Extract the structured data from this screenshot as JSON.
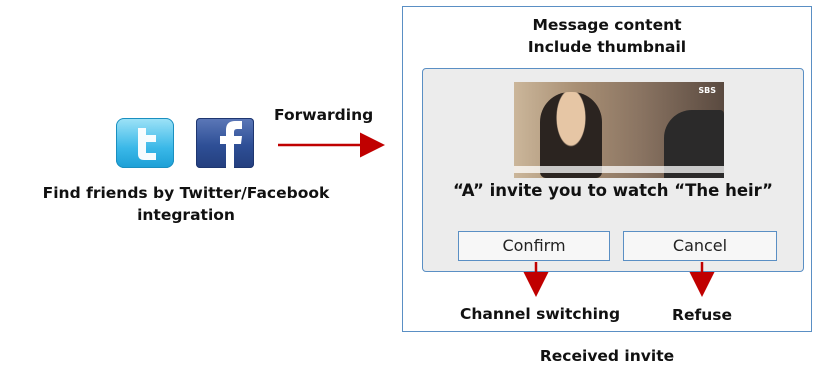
{
  "forward_label": "Forwarding",
  "find_friends_text": "Find friends by Twitter/Facebook integration",
  "panel": {
    "header_line1": "Message content",
    "header_line2": "Include thumbnail",
    "thumbnail_channel": "SBS",
    "invite_text": "“A” invite you to watch “The heir”",
    "confirm_label": "Confirm",
    "cancel_label": "Cancel",
    "caption": "Received invite"
  },
  "outcomes": {
    "confirm": "Channel switching",
    "cancel": "Refuse"
  },
  "colors": {
    "arrow": "#c00000",
    "border": "#5a8fc4",
    "dialog_bg": "#ececec"
  },
  "icons": [
    "twitter-icon",
    "facebook-icon"
  ]
}
